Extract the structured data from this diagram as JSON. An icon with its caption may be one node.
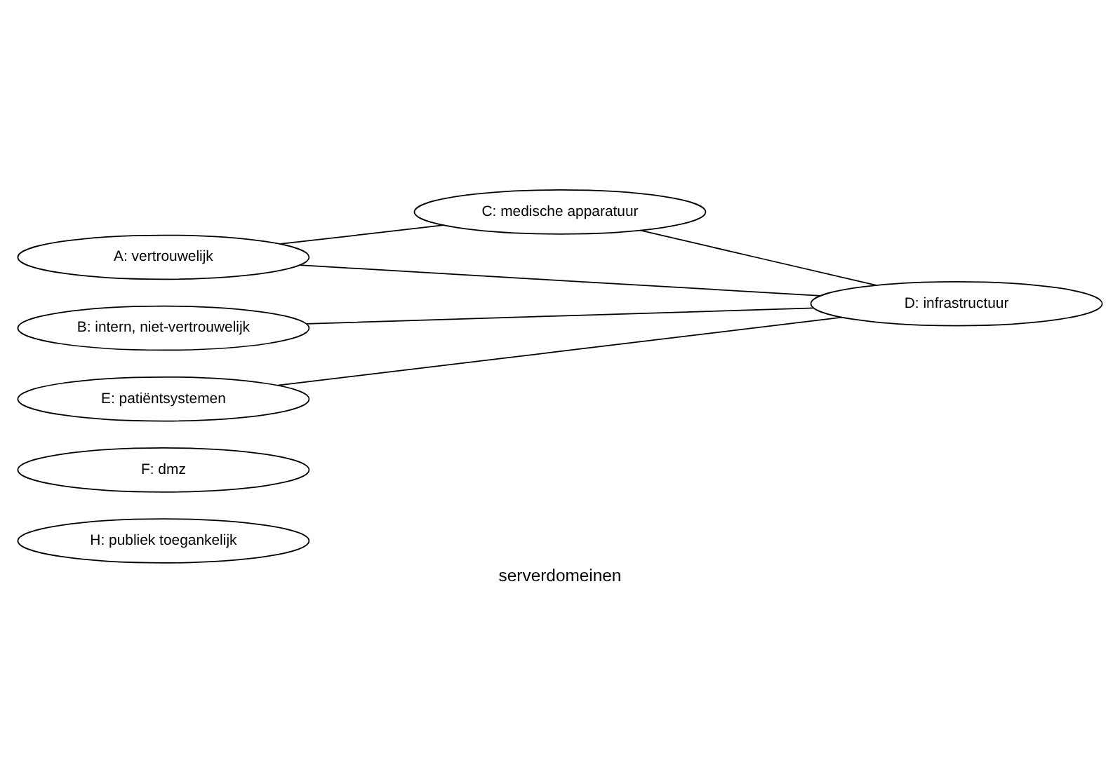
{
  "diagram": {
    "caption": "serverdomeinen",
    "nodes": [
      {
        "text": [
          "A: vertrouwelijk"
        ]
      },
      {
        "text": [
          "C: medische apparatuur"
        ]
      },
      {
        "text": [
          "B: intern, niet-vertrouwelijk"
        ]
      },
      {
        "text": [
          "E: patiëntsystemen"
        ]
      },
      {
        "text": [
          "F: dmz"
        ]
      },
      {
        "text": [
          "H: publiek toegankelijk"
        ]
      },
      {
        "text": [
          "D: infrastructuur"
        ]
      }
    ],
    "edges": [
      {
        "from": 0,
        "to": 6,
        "arrow": "none"
      },
      {
        "from": 1,
        "to": 6,
        "arrow": "none"
      },
      {
        "from": 2,
        "to": 6,
        "arrow": "none"
      },
      {
        "from": 3,
        "to": 6,
        "arrow": "none"
      },
      {
        "from": 0,
        "to": 1,
        "arrow": "none"
      }
    ]
  }
}
